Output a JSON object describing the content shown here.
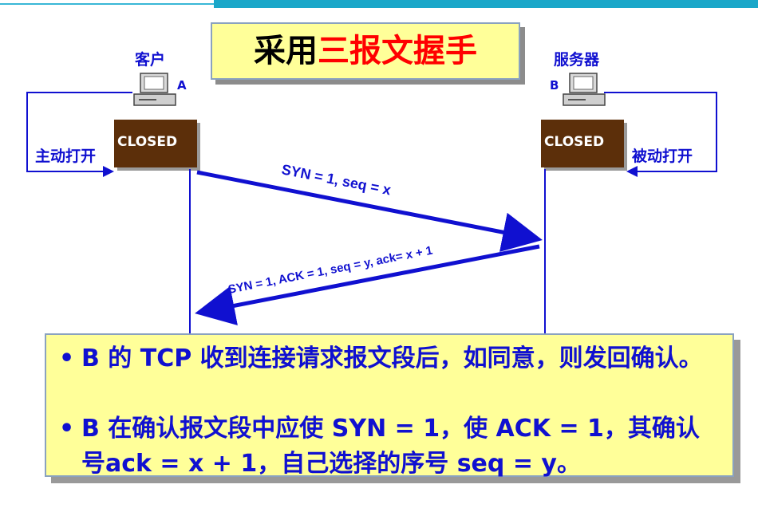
{
  "title": {
    "prefix": "采用",
    "emphasis": "三报文握手"
  },
  "client": {
    "label": "客户",
    "letter": "A",
    "open_mode": "主动打开",
    "state": "CLOSED"
  },
  "server": {
    "label": "服务器",
    "letter": "B",
    "open_mode": "被动打开",
    "state": "CLOSED"
  },
  "messages": [
    {
      "text": "SYN = 1, seq = x"
    },
    {
      "text": "SYN = 1, ACK = 1, seq = y, ack= x + 1"
    }
  ],
  "notes": {
    "bullet": "•",
    "items": [
      "B 的 TCP 收到连接请求报文段后，如同意，则发回确认。",
      "B 在确认报文段中应使 SYN = 1，使 ACK = 1，其确认号ack = x + 1，自己选择的序号 seq = y。"
    ]
  },
  "colors": {
    "accent": "#1010d0",
    "state_box": "#5c2f0a",
    "highlight_bg": "#ffff99",
    "title_emphasis": "#ff0000"
  }
}
